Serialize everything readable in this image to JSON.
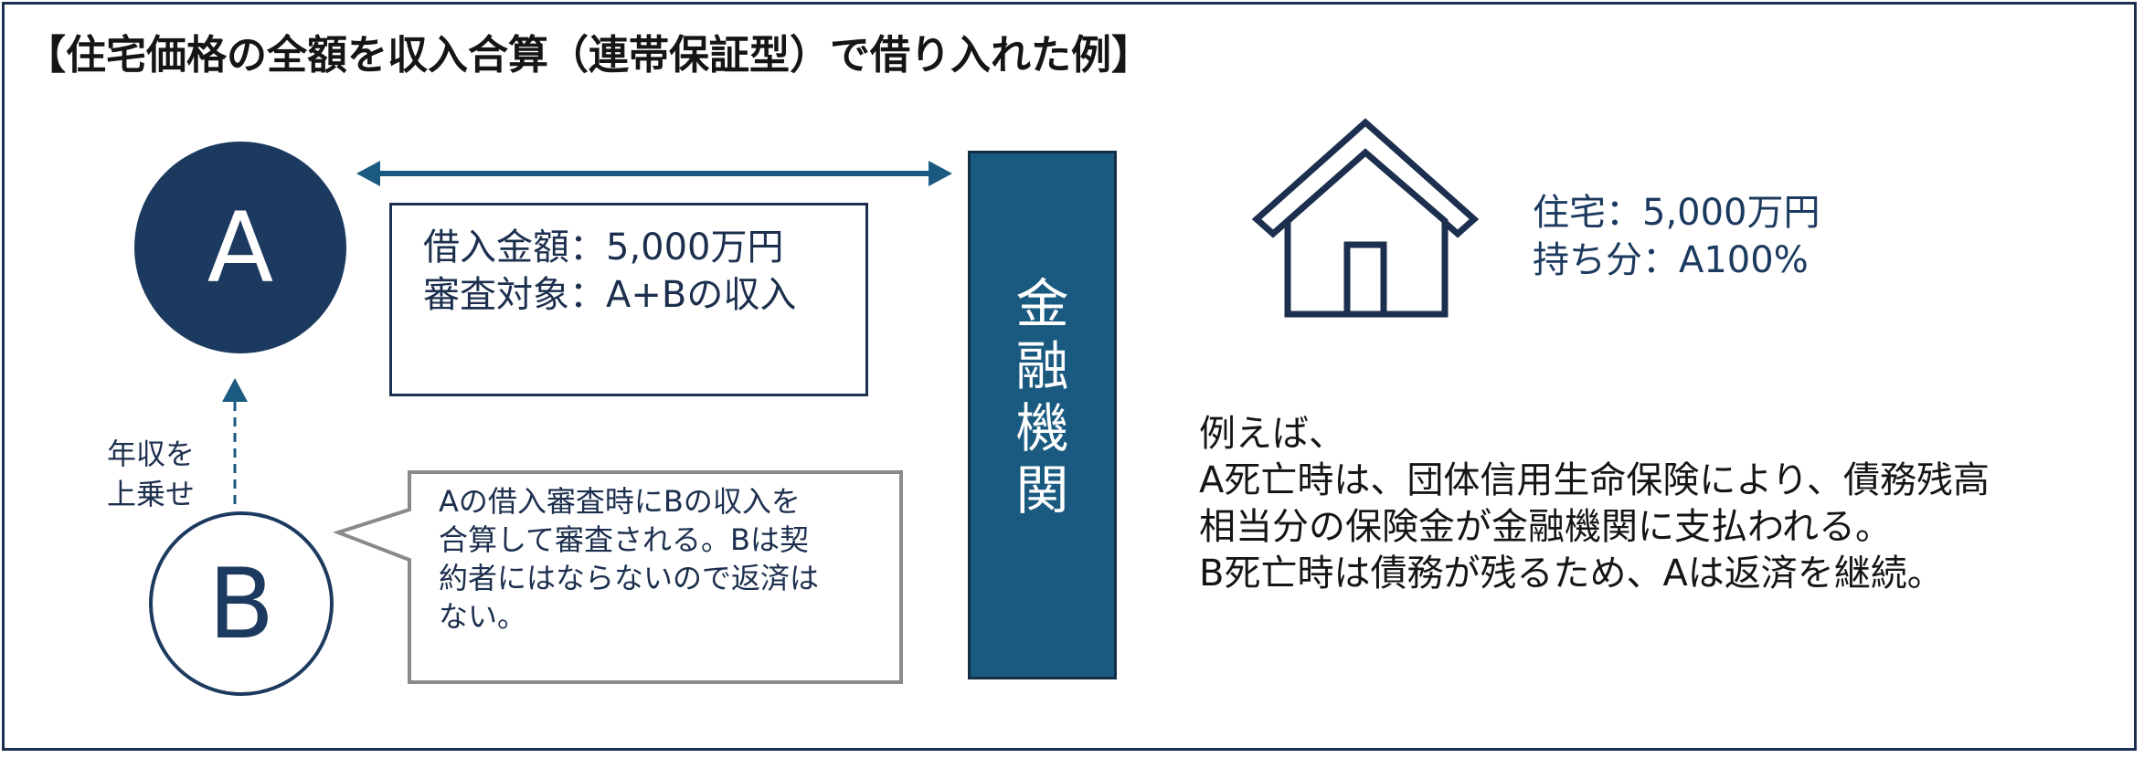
{
  "title": "【住宅価格の全額を収入合算（連帯保証型）で借り入れた例】",
  "person_a": {
    "label": "A"
  },
  "person_b": {
    "label": "B"
  },
  "loan_box": {
    "line1": "借入金額：5,000万円",
    "line2": "審査対象：A+Bの収入"
  },
  "bank": {
    "chars": [
      "金",
      "融",
      "機",
      "関"
    ]
  },
  "house": {
    "icon": "house-icon",
    "line1": "住宅：5,000万円",
    "line2": "持ち分：A100%"
  },
  "income_addition": {
    "line1": "年収を",
    "line2": "上乗せ"
  },
  "note_bubble": {
    "lines": [
      "Aの借入審査時にBの収入を",
      "合算して審査される。Bは契",
      "約者にはならないので返済は",
      "ない。"
    ]
  },
  "explanation": {
    "lines": [
      "例えば、",
      "A死亡時は、団体信用生命保険により、債務残高",
      "相当分の保険金が金融機関に支払われる。",
      "B死亡時は債務が残るため、Aは返済を継続。"
    ]
  },
  "colors": {
    "navy": "#1c3a5f",
    "bank_blue": "#1b5a80",
    "arrow_blue": "#1b5a80",
    "bubble_border": "#888888"
  }
}
